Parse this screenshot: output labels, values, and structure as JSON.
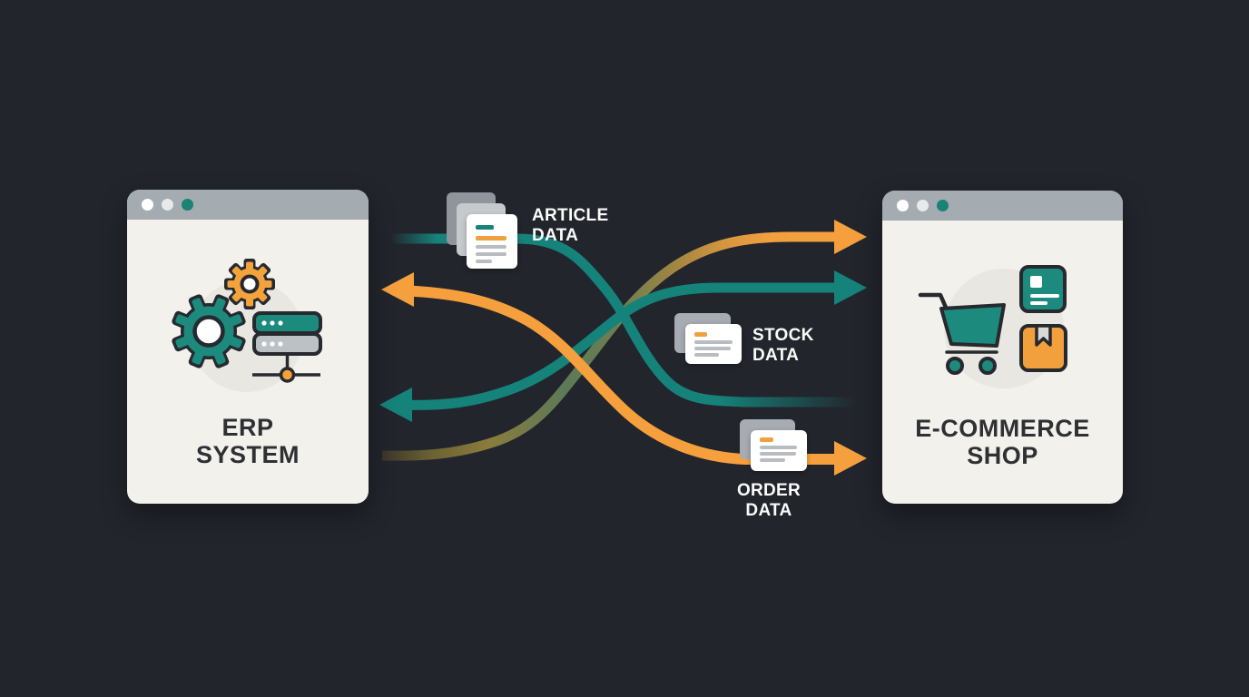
{
  "colors": {
    "background": "#22252C",
    "teal": "#15837A",
    "orange": "#F5A03D",
    "card_background": "#F3F1EB",
    "titlebar": "#A4ABB1",
    "outline": "#26292E",
    "title_text": "#2E3034",
    "label_text": "#FAFAFA",
    "gray_card_back": "#8F959B",
    "gray_card_mid": "#C6CACD",
    "bar_gray": "#B9BDC2",
    "icon_circle": "#E9E7E2",
    "dot_white": "#FFFFFF",
    "dot_dim": "#E8E9EA",
    "dot_teal": "#1B8276"
  },
  "erp_window": {
    "title_line1": "ERP",
    "title_line2": "SYSTEM",
    "titlebar_dots": [
      "#FFFFFF",
      "#E8E9EA",
      "#1B8276"
    ],
    "icons": [
      "gear-large-teal",
      "gear-small-orange",
      "server-stack",
      "network-node"
    ]
  },
  "shop_window": {
    "title_line1": "E-COMMERCE",
    "title_line2": "SHOP",
    "titlebar_dots": [
      "#FFFFFF",
      "#E8E9EA",
      "#1B8276"
    ],
    "icons": [
      "shopping-cart",
      "product-card",
      "package-box"
    ]
  },
  "flows": {
    "article": {
      "label_line1": "ARTICLE",
      "label_line2": "DATA",
      "line_color": "#15837A"
    },
    "stock": {
      "label_line1": "STOCK",
      "label_line2": "DATA",
      "line_color": "#15837A"
    },
    "order": {
      "label_line1": "ORDER",
      "label_line2": "DATA",
      "line_color": "#F5A03D"
    }
  }
}
